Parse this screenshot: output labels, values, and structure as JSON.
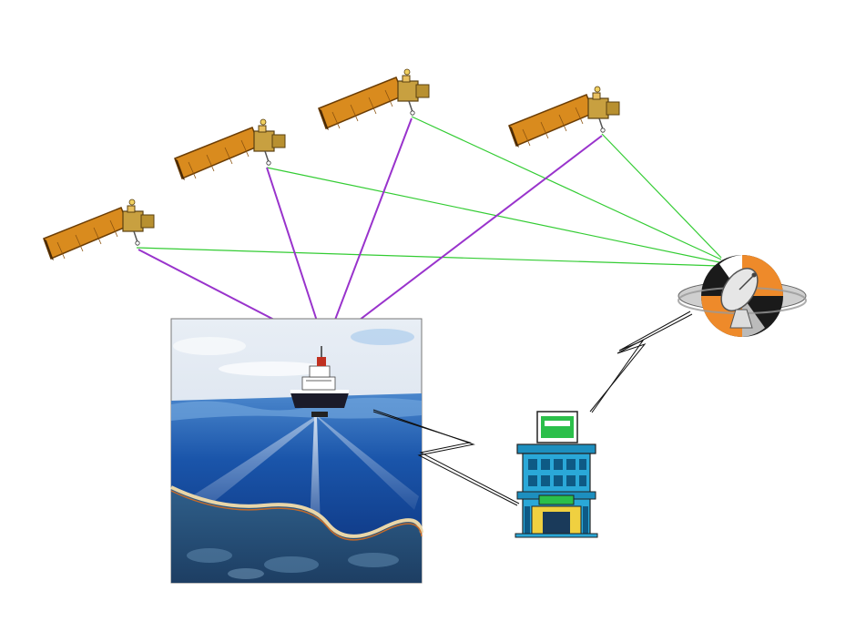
{
  "diagram": {
    "nodes": [
      {
        "id": "satellite-1",
        "kind": "satellite-icon"
      },
      {
        "id": "satellite-2",
        "kind": "satellite-icon"
      },
      {
        "id": "satellite-3",
        "kind": "satellite-icon"
      },
      {
        "id": "satellite-4",
        "kind": "satellite-icon"
      },
      {
        "id": "ground-station",
        "kind": "satellite-dish-globe-icon"
      },
      {
        "id": "survey-ship",
        "kind": "ship-sonar-scene"
      },
      {
        "id": "data-center",
        "kind": "office-building-icon"
      }
    ],
    "links": [
      {
        "from": "satellite-1",
        "to": "survey-ship",
        "style": "purple-line"
      },
      {
        "from": "satellite-2",
        "to": "survey-ship",
        "style": "purple-line"
      },
      {
        "from": "satellite-3",
        "to": "survey-ship",
        "style": "purple-line"
      },
      {
        "from": "satellite-4",
        "to": "survey-ship",
        "style": "purple-line"
      },
      {
        "from": "satellite-1",
        "to": "ground-station",
        "style": "green-line"
      },
      {
        "from": "satellite-2",
        "to": "ground-station",
        "style": "green-line"
      },
      {
        "from": "satellite-3",
        "to": "ground-station",
        "style": "green-line"
      },
      {
        "from": "satellite-4",
        "to": "ground-station",
        "style": "green-line"
      },
      {
        "from": "survey-ship",
        "to": "data-center",
        "style": "wireless-zigzag"
      },
      {
        "from": "data-center",
        "to": "ground-station",
        "style": "wireless-zigzag"
      }
    ],
    "colors": {
      "satellite_to_ship": "#9933cc",
      "satellite_to_station": "#33cc33",
      "solar_panel": "#d98b1e",
      "satellite_body": "#c8a040",
      "sea_deep": "#0d3f8f",
      "sea_surface": "#3b79c4",
      "building": "#2aa8d8",
      "building_sign": "#2bbf4a",
      "station_orange": "#ee8a2a"
    }
  }
}
